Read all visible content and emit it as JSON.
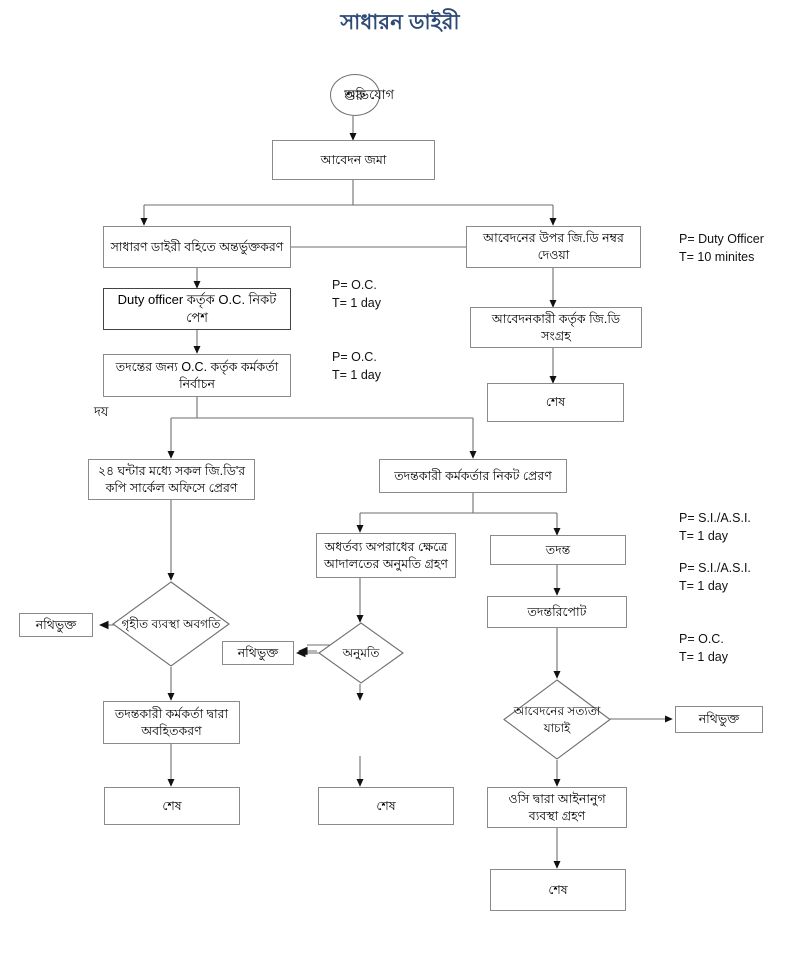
{
  "title": "সাধারন ডাইরী",
  "title_color": "#2e4a78",
  "stroke_color": "#8a8a8a",
  "nodes": {
    "start": {
      "label": "শুরু",
      "label_overlay": "অভিযোগ",
      "shape": "oval"
    },
    "application_submit": {
      "label": "আবেদন জমা",
      "shape": "box"
    },
    "gd_book_entry": {
      "label": "সাধারণ ডাইরী বহিতে অন্তর্ভুক্তকরণ",
      "shape": "box"
    },
    "gd_number_assign": {
      "label": "আবেদনের উপর জি.ডি নম্বর দেওয়া",
      "shape": "box"
    },
    "duty_officer_to_oc": {
      "label": "Duty officer কর্তৃক O.C. নিকট পেশ",
      "shape": "box"
    },
    "applicant_collect_gd": {
      "label": "আবেদনকারী কর্তৃক জি.ডি সংগ্রহ",
      "shape": "box"
    },
    "oc_select_officer": {
      "label": "তদন্তের জন্য O.C. কর্তৃক কর্মকর্তা নির্বাচন",
      "shape": "box"
    },
    "end_right_top": {
      "label": "শেষ",
      "shape": "box"
    },
    "copy_to_circle_office": {
      "label": "২৪ ঘন্টার মধ্যে সকল জি.ডি'র কপি সার্কেল অফিসে প্রেরণ",
      "shape": "box"
    },
    "send_to_investigating_officer": {
      "label": "তদন্তকারী কর্মকর্তার নিকট প্রেরণ",
      "shape": "box"
    },
    "court_permission": {
      "label": "অধর্তব্য অপরাধের ক্ষেত্রে আদালতের অনুমতি গ্রহণ",
      "shape": "box"
    },
    "investigation": {
      "label": "তদন্ত",
      "shape": "box"
    },
    "investigation_report": {
      "label": "তদন্তরিপোট",
      "shape": "box"
    },
    "decision_measures_taken": {
      "label": "গৃহীত ব্যবস্থা অবগতি",
      "shape": "diamond"
    },
    "decision_permission": {
      "label": "অনুমতি",
      "shape": "diamond"
    },
    "decision_verify_application": {
      "label": "আবেদনের সত্যতা যাচাই",
      "shape": "diamond"
    },
    "filed_left": {
      "label": "নথিভুক্ত",
      "shape": "box"
    },
    "filed_middle": {
      "label": "নথিভুক্ত",
      "shape": "box"
    },
    "filed_right": {
      "label": "নথিভুক্ত",
      "shape": "box"
    },
    "inform_investigating_officer": {
      "label": "তদন্তকারী কর্মকর্তা দ্বারা অবহিতকরণ",
      "shape": "box"
    },
    "oc_legal_action": {
      "label": "ওসি দ্বারা আইনানুগ ব্যবস্থা গ্রহণ",
      "shape": "box"
    },
    "end_left_bottom": {
      "label": "শেষ",
      "shape": "box"
    },
    "end_middle_bottom": {
      "label": "শেষ",
      "shape": "box"
    },
    "end_right_bottom": {
      "label": "শেষ",
      "shape": "box"
    }
  },
  "annotations": {
    "duty_officer": "P= Duty Officer\nT= 10 minites",
    "oc_1day_a": "P= O.C.\nT= 1 day",
    "oc_1day_b": "P= O.C.\nT= 1 day",
    "si_asi_1day_a": "P= S.I./A.S.I.\nT= 1 day",
    "si_asi_1day_b": "P= S.I./A.S.I.\nT= 1 day",
    "oc_1day_c": "P= O.C.\nT= 1 day"
  },
  "stray_text": {
    "left_mark": "দয"
  },
  "chart_data": {
    "type": "diagram",
    "diagram_kind": "flowchart",
    "title": "সাধারন ডাইরী",
    "node_order": [
      "start",
      "application_submit",
      "gd_book_entry",
      "gd_number_assign",
      "duty_officer_to_oc",
      "applicant_collect_gd",
      "oc_select_officer",
      "end_right_top",
      "copy_to_circle_office",
      "send_to_investigating_officer",
      "court_permission",
      "investigation",
      "investigation_report",
      "decision_measures_taken",
      "decision_permission",
      "decision_verify_application",
      "filed_left",
      "filed_middle",
      "filed_right",
      "inform_investigating_officer",
      "oc_legal_action",
      "end_left_bottom",
      "end_middle_bottom",
      "end_right_bottom"
    ],
    "edges": [
      [
        "start",
        "application_submit"
      ],
      [
        "application_submit",
        "gd_book_entry"
      ],
      [
        "application_submit",
        "gd_number_assign"
      ],
      [
        "gd_book_entry",
        "gd_number_assign"
      ],
      [
        "gd_book_entry",
        "duty_officer_to_oc"
      ],
      [
        "gd_number_assign",
        "applicant_collect_gd"
      ],
      [
        "duty_officer_to_oc",
        "oc_select_officer"
      ],
      [
        "applicant_collect_gd",
        "end_right_top"
      ],
      [
        "oc_select_officer",
        "copy_to_circle_office"
      ],
      [
        "oc_select_officer",
        "send_to_investigating_officer"
      ],
      [
        "copy_to_circle_office",
        "decision_measures_taken"
      ],
      [
        "send_to_investigating_officer",
        "court_permission"
      ],
      [
        "send_to_investigating_officer",
        "investigation"
      ],
      [
        "court_permission",
        "decision_permission"
      ],
      [
        "investigation",
        "investigation_report"
      ],
      [
        "investigation_report",
        "decision_verify_application"
      ],
      [
        "decision_measures_taken",
        "filed_left"
      ],
      [
        "decision_measures_taken",
        "inform_investigating_officer"
      ],
      [
        "decision_permission",
        "filed_middle"
      ],
      [
        "decision_permission",
        "end_middle_bottom"
      ],
      [
        "decision_verify_application",
        "filed_right"
      ],
      [
        "decision_verify_application",
        "oc_legal_action"
      ],
      [
        "inform_investigating_officer",
        "end_left_bottom"
      ],
      [
        "oc_legal_action",
        "end_right_bottom"
      ]
    ]
  }
}
